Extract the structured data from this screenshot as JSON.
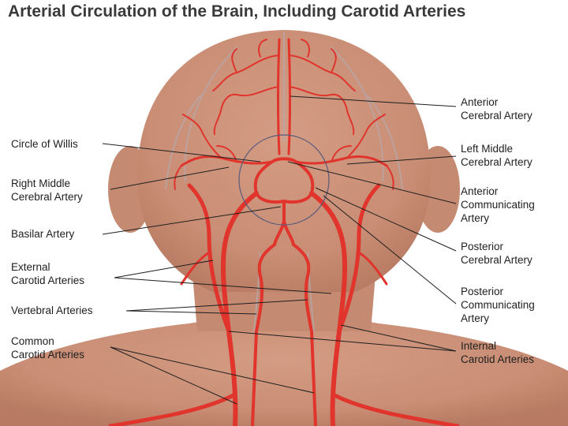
{
  "title": "Arterial Circulation of the Brain, Including Carotid Arteries",
  "left_labels": {
    "circle_of_willis": "Circle of Willis",
    "right_middle_cerebral": [
      "Right Middle",
      "Cerebral Artery"
    ],
    "basilar": "Basilar Artery",
    "external_carotid": [
      "External",
      "Carotid Arteries"
    ],
    "vertebral": "Vertebral Arteries",
    "common_carotid": [
      "Common",
      "Carotid Arteries"
    ]
  },
  "right_labels": {
    "anterior_cerebral": [
      "Anterior",
      "Cerebral Artery"
    ],
    "left_middle_cerebral": [
      "Left Middle",
      "Cerebral Artery"
    ],
    "anterior_communicating": [
      "Anterior",
      "Communicating",
      "Artery"
    ],
    "posterior_cerebral": [
      "Posterior",
      "Cerebral Artery"
    ],
    "posterior_communicating": [
      "Posterior",
      "Communicating",
      "Artery"
    ],
    "internal_carotid": [
      "Internal",
      "Carotid Arteries"
    ]
  },
  "colors": {
    "skin": "#c98e75",
    "skin_shadow": "#b87a62",
    "artery": "#e0342c",
    "vein": "#b9a5a7",
    "leader_line": "#1e1e1e",
    "title": "#3a3a3a"
  }
}
